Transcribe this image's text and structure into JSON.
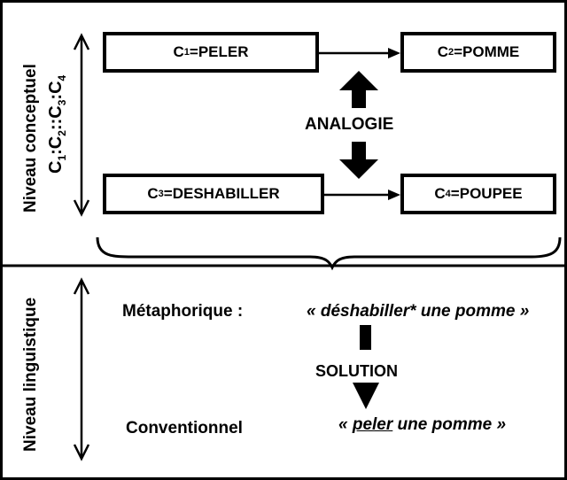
{
  "conceptual_level": {
    "side_label": "Niveau conceptuel",
    "formula": {
      "part1": "C",
      "s1": "1",
      "sep1": ":",
      "part2": "C",
      "s2": "2",
      "sep2": "::",
      "part3": "C",
      "s3": "3",
      "sep3": ":",
      "part4": "C",
      "s4": "4"
    },
    "boxes": {
      "c1": {
        "sym": "C",
        "sub": "1",
        "text": "=PELER"
      },
      "c2": {
        "sym": "C",
        "sub": "2",
        "text": "=POMME"
      },
      "c3": {
        "sym": "C",
        "sub": "3",
        "text": "=DESHABILLER"
      },
      "c4": {
        "sym": "C",
        "sub": "4",
        "text": "=POUPEE"
      }
    },
    "center_label": "ANALOGIE"
  },
  "linguistic_level": {
    "side_label": "Niveau linguistique",
    "metaphoric_label": "Métaphorique :",
    "metaphoric_expression": "« déshabiller* une pomme »",
    "solution_label": "SOLUTION",
    "conventional_label": "Conventionnel",
    "conventional_open": "« ",
    "conventional_verb": "peler",
    "conventional_rest": " une pomme »"
  }
}
